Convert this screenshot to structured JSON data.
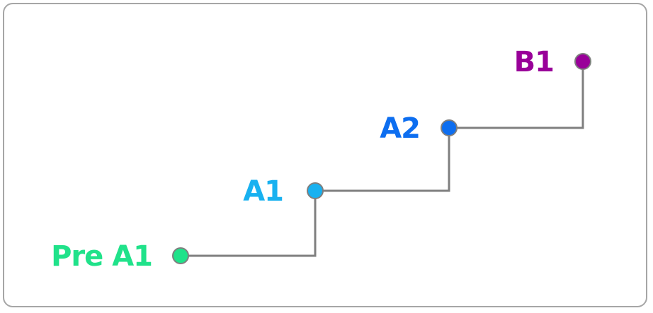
{
  "levels": [
    {
      "label": "Pre A1",
      "color": "#20e28a"
    },
    {
      "label": "A1",
      "color": "#18b1f0"
    },
    {
      "label": "A2",
      "color": "#0d6ef0"
    },
    {
      "label": "B1",
      "color": "#990099"
    }
  ],
  "connector_color": "#7f7f7f",
  "marker_stroke": "#7f7f7f"
}
